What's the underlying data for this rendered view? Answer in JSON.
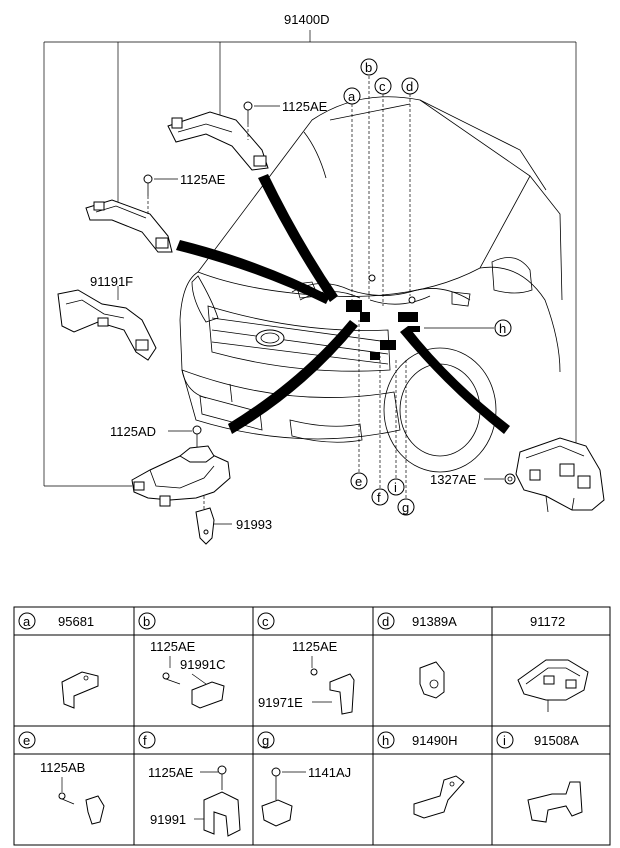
{
  "main": {
    "assembly_label": "91400D",
    "parts": {
      "bolt_upper": "1125AE",
      "bolt_middle": "1125AE",
      "protector": "91191F",
      "bolt_lower": "1125AD",
      "bracket_lower": "91993",
      "nut_right": "1327AE"
    },
    "callouts": [
      "a",
      "b",
      "c",
      "d",
      "e",
      "f",
      "g",
      "h",
      "i"
    ]
  },
  "table": {
    "cells": [
      {
        "letter": "a",
        "part": "95681",
        "sub": []
      },
      {
        "letter": "b",
        "part": "",
        "sub": [
          "1125AE",
          "91991C"
        ]
      },
      {
        "letter": "c",
        "part": "",
        "sub": [
          "1125AE",
          "91971E"
        ]
      },
      {
        "letter": "d",
        "part": "91389A",
        "sub": []
      },
      {
        "letter": "",
        "part": "91172",
        "sub": []
      },
      {
        "letter": "e",
        "part": "",
        "sub": [
          "1125AB"
        ]
      },
      {
        "letter": "f",
        "part": "",
        "sub": [
          "1125AE",
          "91991"
        ]
      },
      {
        "letter": "g",
        "part": "",
        "sub": [
          "1141AJ"
        ]
      },
      {
        "letter": "h",
        "part": "91490H",
        "sub": []
      },
      {
        "letter": "i",
        "part": "91508A",
        "sub": []
      }
    ]
  }
}
